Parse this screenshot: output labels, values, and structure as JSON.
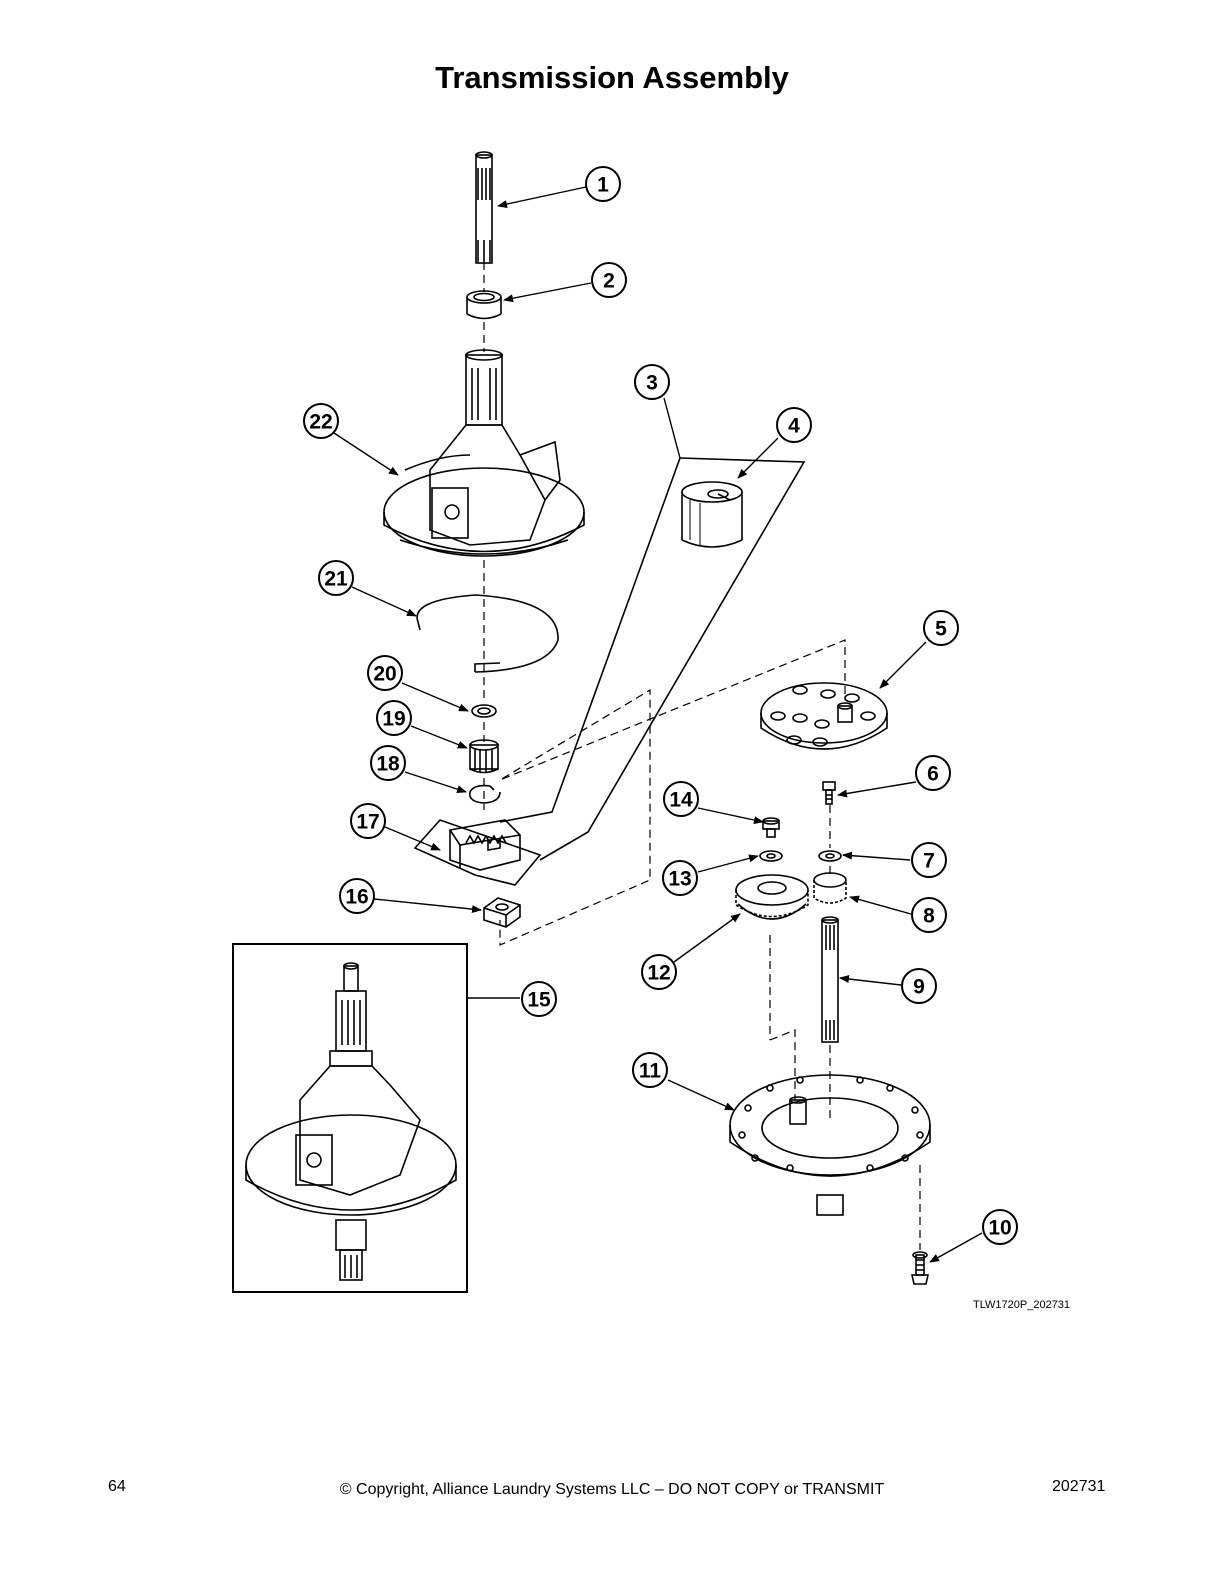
{
  "title": "Transmission Assembly",
  "callouts": [
    "1",
    "2",
    "3",
    "4",
    "5",
    "6",
    "7",
    "8",
    "9",
    "10",
    "11",
    "12",
    "13",
    "14",
    "15",
    "16",
    "17",
    "18",
    "19",
    "20",
    "21",
    "22"
  ],
  "drawing_code": "TLW1720P_202731",
  "footer": {
    "page_number": "64",
    "copyright": "© Copyright, Alliance Laundry Systems LLC – DO NOT COPY or TRANSMIT",
    "doc_number": "202731"
  }
}
